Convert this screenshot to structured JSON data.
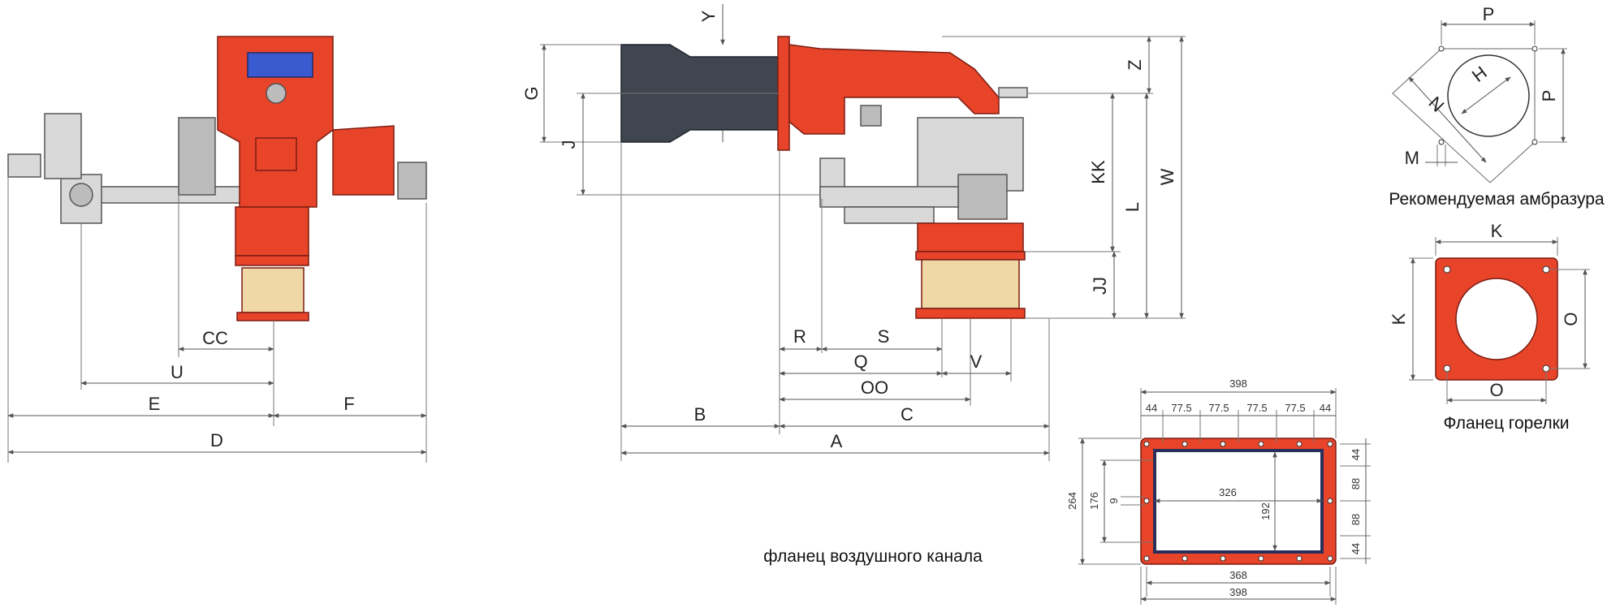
{
  "side_view": {
    "labels": {
      "cc": "CC",
      "u": "U",
      "e": "E",
      "f": "F",
      "d": "D"
    }
  },
  "front_view": {
    "labels": {
      "y": "Y",
      "g": "G",
      "j": "J",
      "z": "Z",
      "kk": "KK",
      "l": "L",
      "w": "W",
      "jj": "JJ",
      "r": "R",
      "s": "S",
      "q": "Q",
      "v": "V",
      "oo": "OO",
      "b": "B",
      "c": "C",
      "a": "A"
    }
  },
  "embrasure": {
    "labels": {
      "p_top": "P",
      "p_right": "P",
      "h": "H",
      "n": "N",
      "m": "M"
    },
    "caption": "Рекомендуемая амбразура"
  },
  "burner_flange": {
    "labels": {
      "k_top": "K",
      "k_left": "K",
      "o_right": "O",
      "o_bottom": "O"
    },
    "caption": "Фланец горелки"
  },
  "air_flange": {
    "caption": "фланец воздушного канала",
    "dims": {
      "top_total": "398",
      "segments": [
        "44",
        "77.5",
        "77.5",
        "77.5",
        "77.5",
        "44"
      ],
      "height_outer": "264",
      "height_holes": "176",
      "hole": "9",
      "inner_width": "326",
      "inner_height": "192",
      "right_segments": [
        "44",
        "88",
        "88",
        "44"
      ],
      "bottom_inner": "368",
      "bottom_total": "398"
    }
  }
}
